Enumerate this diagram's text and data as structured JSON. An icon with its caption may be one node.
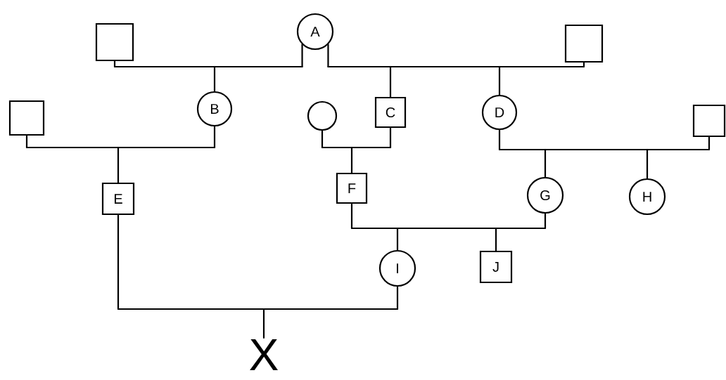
{
  "diagram": {
    "nodes": [
      {
        "text": [],
        "shape": "box"
      },
      {
        "text": [
          "A"
        ]
      },
      {
        "text": [],
        "shape": "box"
      },
      {
        "text": [],
        "shape": "box"
      },
      {
        "text": [
          "B"
        ]
      },
      {
        "text": [],
        "shape": "circle"
      },
      {
        "text": [
          "C"
        ]
      },
      {
        "text": [
          "D"
        ]
      },
      {
        "text": [],
        "shape": "box"
      },
      {
        "text": [
          "E"
        ]
      },
      {
        "text": [
          "F"
        ]
      },
      {
        "text": [
          "G"
        ]
      },
      {
        "text": [
          "H"
        ]
      },
      {
        "text": [
          "I"
        ]
      },
      {
        "text": [
          "J"
        ]
      },
      {
        "text": [
          "X"
        ]
      }
    ],
    "edges": [
      {
        "from": 0,
        "to": 4,
        "arrow": "none"
      },
      {
        "from": 1,
        "to": 4,
        "arrow": "none"
      },
      {
        "from": 1,
        "to": 6,
        "arrow": "none"
      },
      {
        "from": 1,
        "to": 7,
        "arrow": "none"
      },
      {
        "from": 2,
        "to": 6,
        "arrow": "none"
      },
      {
        "from": 2,
        "to": 7,
        "arrow": "none"
      },
      {
        "from": 3,
        "to": 9,
        "arrow": "none"
      },
      {
        "from": 4,
        "to": 9,
        "arrow": "none"
      },
      {
        "from": 5,
        "to": 10,
        "arrow": "none"
      },
      {
        "from": 6,
        "to": 10,
        "arrow": "none"
      },
      {
        "from": 7,
        "to": 11,
        "arrow": "none"
      },
      {
        "from": 7,
        "to": 12,
        "arrow": "none"
      },
      {
        "from": 8,
        "to": 11,
        "arrow": "none"
      },
      {
        "from": 8,
        "to": 12,
        "arrow": "none"
      },
      {
        "from": 10,
        "to": 13,
        "arrow": "none"
      },
      {
        "from": 10,
        "to": 14,
        "arrow": "none"
      },
      {
        "from": 11,
        "to": 13,
        "arrow": "none"
      },
      {
        "from": 11,
        "to": 14,
        "arrow": "none"
      },
      {
        "from": 9,
        "to": 15,
        "arrow": "none"
      },
      {
        "from": 13,
        "to": 15,
        "arrow": "none"
      }
    ]
  }
}
